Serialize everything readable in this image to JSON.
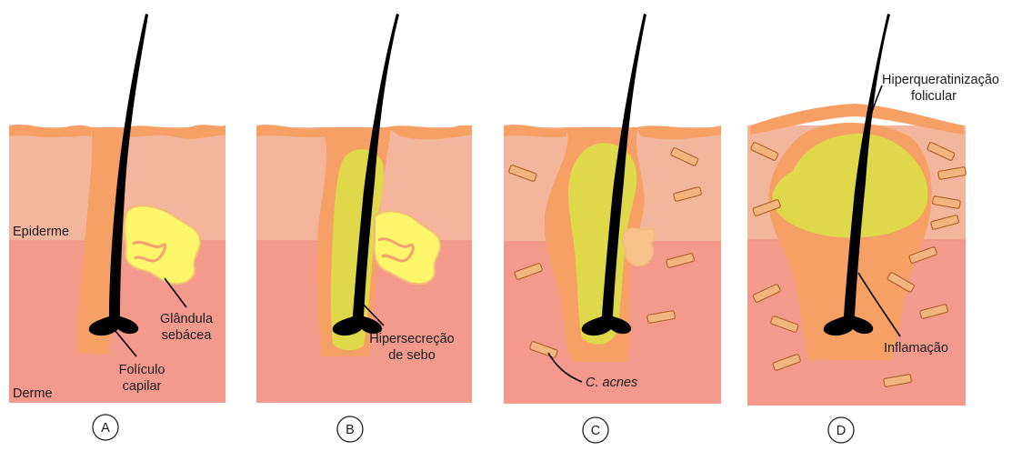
{
  "panels": [
    {
      "letter": "A",
      "layer_labels": [
        "Epiderme",
        "Derme"
      ],
      "callouts": [
        "Glândula sebácea",
        "Folículo capilar"
      ]
    },
    {
      "letter": "B",
      "callouts": [
        "Hipersecreção de sebo"
      ]
    },
    {
      "letter": "C",
      "callouts": [
        "C. acnes"
      ]
    },
    {
      "letter": "D",
      "callouts": [
        "Hiperqueratinização folicular",
        "Inflamação"
      ]
    }
  ],
  "texts": {
    "epiderme": "Epiderme",
    "derme": "Derme",
    "glandula_1": "Glândula",
    "glandula_2": "sebácea",
    "foliculo_1": "Folículo",
    "foliculo_2": "capilar",
    "hiper_1": "Hipersecreção",
    "hiper_2": "de sebo",
    "cacnes": "C. acnes",
    "hk_1": "Hiperqueratinização",
    "hk_2": "folicular",
    "inflamacao": "Inflamação",
    "letter_a": "A",
    "letter_b": "B",
    "letter_c": "C",
    "letter_d": "D"
  },
  "colors": {
    "epidermis": "#f3b59c",
    "dermis": "#f49a8c",
    "follicle": "#f6a066",
    "sebum": "#ded84a",
    "gland": "#fdf56a",
    "bacteria": "#f2b57f"
  }
}
